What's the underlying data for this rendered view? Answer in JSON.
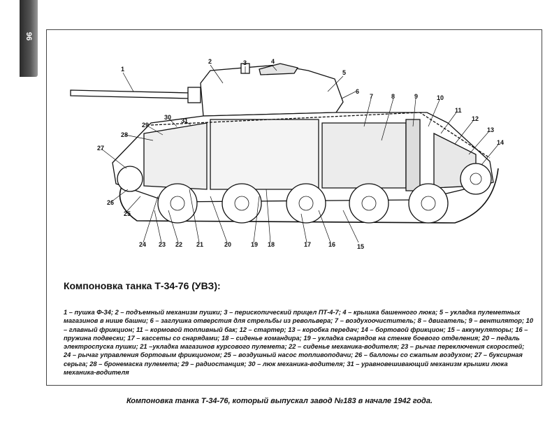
{
  "page_number": "96",
  "title": "Компоновка танка Т-34-76 (УВЗ):",
  "callout_numbers": [
    "1",
    "2",
    "3",
    "4",
    "5",
    "6",
    "7",
    "8",
    "9",
    "10",
    "11",
    "12",
    "13",
    "14",
    "15",
    "16",
    "17",
    "18",
    "19",
    "20",
    "21",
    "22",
    "23",
    "24",
    "25",
    "26",
    "27",
    "28",
    "29",
    "30",
    "31"
  ],
  "legend": "1 – пушка Ф-34; 2 – подъемный механизм пушки; 3 – перископический прицел ПТ-4-7; 4 – крышка башенного люка; 5 – укладка пулеметных магазинов в нише башни; 6 – заглушка отверстия для стрельбы из револьвера; 7 – воздухоочиститель; 8 – двигатель; 9 – вентилятор; 10 – главный фрикцион; 11 – кормовой топливный бак; 12 – стартер; 13 – коробка передач; 14 – бортовой фрикцион; 15 – аккумуляторы; 16 – пружина подвески; 17 – кассеты со снарядами; 18 – сиденье командира; 19 – укладка снарядов на стенке боевого отделения; 20 – педаль электроспуска пушки; 21 –укладка магазинов курсового пулемета; 22 – сиденье механика-водителя; 23 – рычаг переключения скоростей; 24 – рычаг управления бортовым фрикционом; 25 – воздушный насос топливоподачи; 26 – баллоны со сжатым воздухом; 27 – буксирная серьга; 28 – бронемаска пулемета; 29 – радиостанция; 30 – люк механика-водителя; 31 – уравновешивающий механизм крышки люка механика-водителя",
  "caption": "Компоновка танка Т-34-76, который выпускал завод №183 в начале 1942 года."
}
